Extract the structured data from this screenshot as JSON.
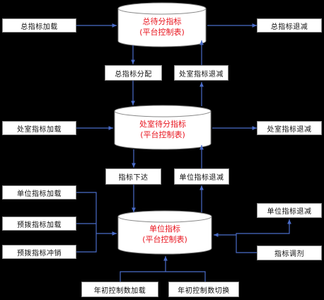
{
  "colors": {
    "background": "#000000",
    "line": "#4a6cc8",
    "title_text": "#e8141e",
    "box_text": "#111111"
  },
  "drums": {
    "top": {
      "title": "总待分指标",
      "subtitle": "(平台控制表)"
    },
    "middle": {
      "title": "处室待分指标",
      "subtitle": "(平台控制表)"
    },
    "bottom": {
      "title": "单位指标",
      "subtitle": "(平台控制表)"
    }
  },
  "boxes": {
    "total_load": "总指标加载",
    "total_return": "总指标退减",
    "total_alloc": "总指标分配",
    "dept_return_up": "处室指标退减",
    "dept_load": "处室指标加载",
    "dept_return_right": "处室指标退减",
    "index_issue": "指标下达",
    "unit_return_up": "单位指标退减",
    "unit_load": "单位指标加载",
    "budget_load": "预拨指标加载",
    "budget_offset": "预拨指标冲销",
    "unit_return_right": "单位指标退减",
    "index_adjust": "指标调剂",
    "year_load": "年初控制数加载",
    "year_switch": "年初控制数切换"
  }
}
